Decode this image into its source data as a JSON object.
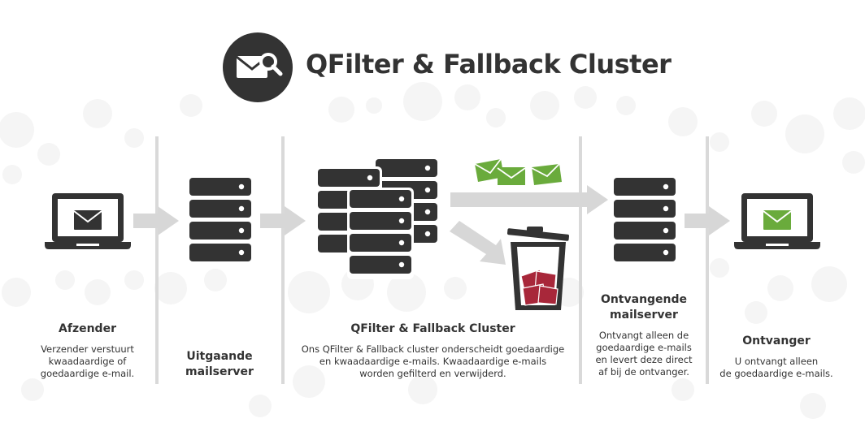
{
  "title": "QFilter & Fallback Cluster",
  "colors": {
    "dark": "#333333",
    "green": "#6aab3c",
    "red": "#a8273a",
    "arrow": "#d7d7d7",
    "divider": "#d9d9d9"
  },
  "stages": {
    "sender": {
      "heading": "Afzender",
      "desc": [
        "Verzender verstuurt",
        "kwaadaardige of",
        "goedaardige e-mail."
      ]
    },
    "outgoing": {
      "heading": [
        "Uitgaande",
        "mailserver"
      ]
    },
    "cluster": {
      "heading": "QFilter & Fallback Cluster",
      "desc": [
        "Ons QFilter & Fallback cluster onderscheidt goedaardige",
        "en kwaadaardige e-mails. Kwaadaardige e-mails",
        "worden gefilterd en verwijderd."
      ]
    },
    "receiving": {
      "heading": [
        "Ontvangende",
        "mailserver"
      ],
      "desc": [
        "Ontvangt alleen de",
        "goedaardige e-mails",
        "en levert deze direct",
        "af bij de ontvanger."
      ]
    },
    "receiver": {
      "heading": "Ontvanger",
      "desc": [
        "U ontvangt alleen",
        "de goedaardige e-mails."
      ]
    }
  }
}
